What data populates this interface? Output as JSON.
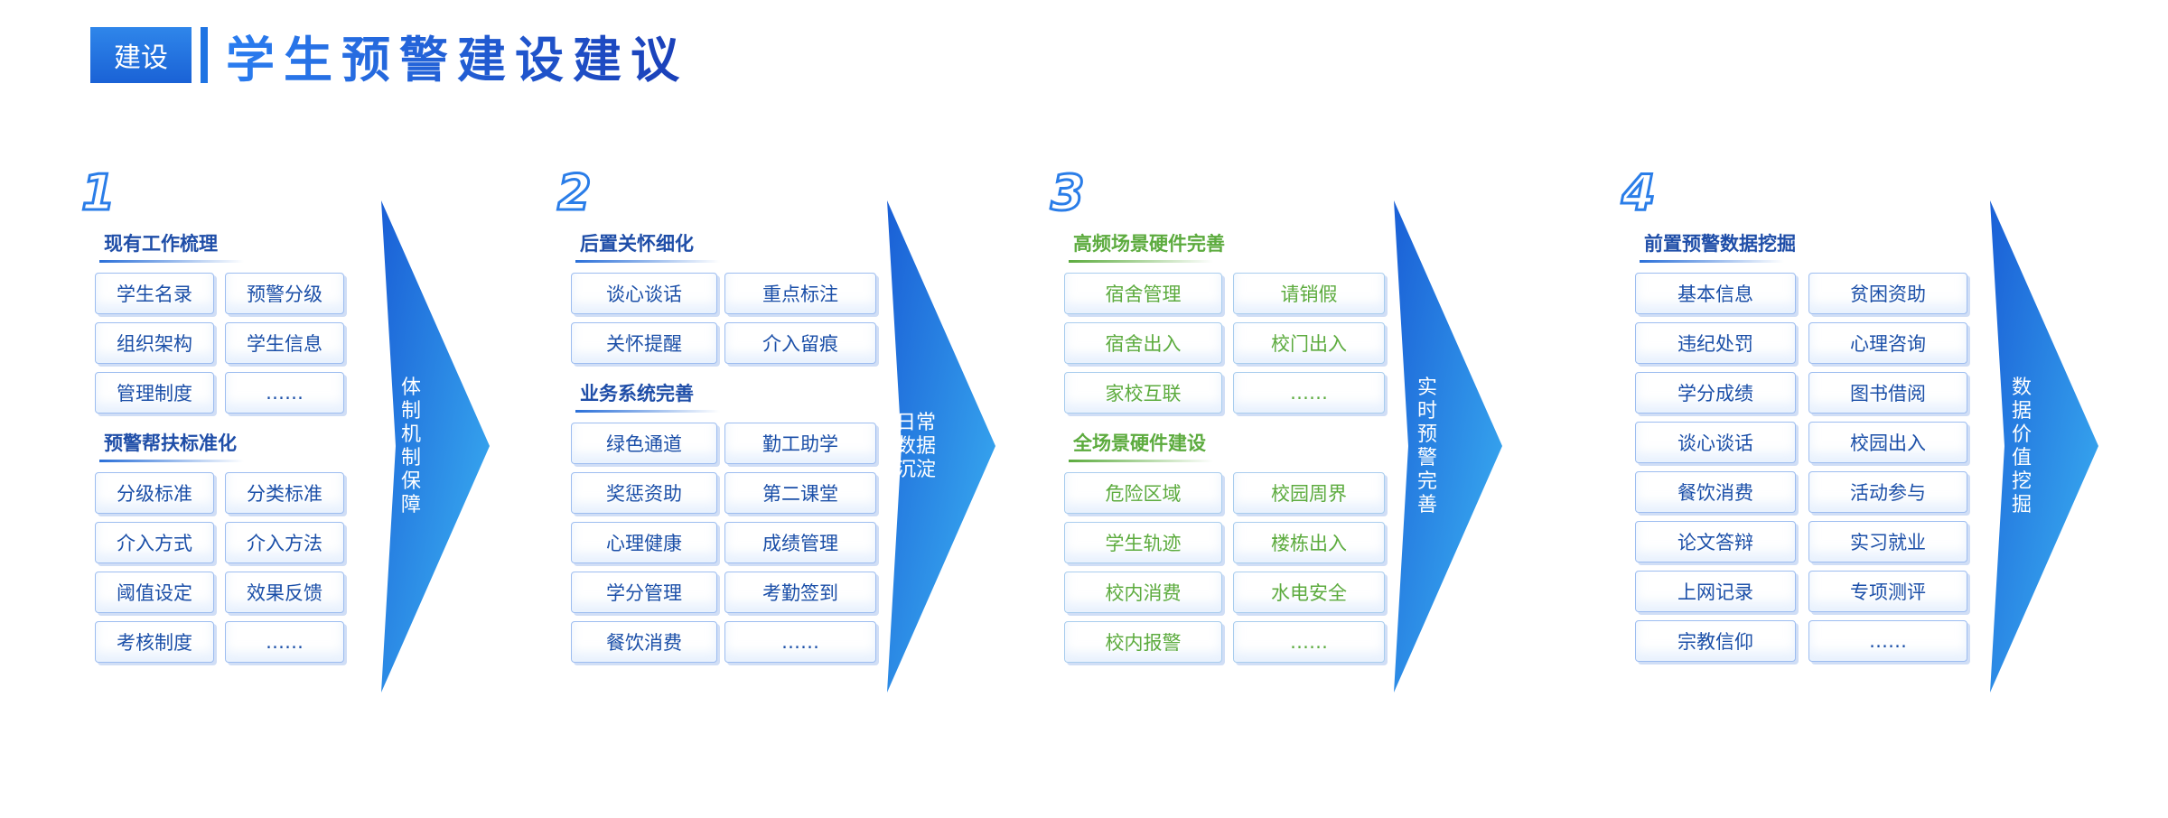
{
  "header": {
    "badge": "建设",
    "title": "学生预警建设建议"
  },
  "colors": {
    "blue_text": "#1b4fa8",
    "green_text": "#5cab3e",
    "cell_border": "#9dbdf0"
  },
  "columns": [
    {
      "number": "1",
      "sections": [
        {
          "title": "现有工作梳理",
          "items": [
            "学生名录",
            "预警分级",
            "组织架构",
            "学生信息",
            "管理制度",
            "……"
          ]
        },
        {
          "title": "预警帮扶标准化",
          "items": [
            "分级标准",
            "分类标准",
            "介入方式",
            "介入方法",
            "阈值设定",
            "效果反馈",
            "考核制度",
            "……"
          ]
        }
      ],
      "arrow_text": [
        "体",
        "制",
        "机",
        "制",
        "保",
        "障"
      ]
    },
    {
      "number": "2",
      "sections": [
        {
          "title": "后置关怀细化",
          "items": [
            "谈心谈话",
            "重点标注",
            "关怀提醒",
            "介入留痕"
          ]
        },
        {
          "title": "业务系统完善",
          "items": [
            "绿色通道",
            "勤工助学",
            "奖惩资助",
            "第二课堂",
            "心理健康",
            "成绩管理",
            "学分管理",
            "考勤签到",
            "餐饮消费",
            "……"
          ]
        }
      ],
      "arrow_text": [
        "日常",
        "数据",
        "沉淀"
      ]
    },
    {
      "number": "3",
      "sections": [
        {
          "title": "高频场景硬件完善",
          "items": [
            "宿舍管理",
            "请销假",
            "宿舍出入",
            "校门出入",
            "家校互联",
            "……"
          ]
        },
        {
          "title": "全场景硬件建设",
          "items": [
            "危险区域",
            "校园周界",
            "学生轨迹",
            "楼栋出入",
            "校内消费",
            "水电安全",
            "校内报警",
            "……"
          ]
        }
      ],
      "arrow_text": [
        "实",
        "时",
        "预",
        "警",
        "完",
        "善"
      ]
    },
    {
      "number": "4",
      "sections": [
        {
          "title": "前置预警数据挖掘",
          "items": [
            "基本信息",
            "贫困资助",
            "违纪处罚",
            "心理咨询",
            "学分成绩",
            "图书借阅",
            "谈心谈话",
            "校园出入",
            "餐饮消费",
            "活动参与",
            "论文答辩",
            "实习就业",
            "上网记录",
            "专项测评",
            "宗教信仰",
            "……"
          ]
        }
      ],
      "arrow_text": [
        "数",
        "据",
        "价",
        "值",
        "挖",
        "掘"
      ]
    }
  ]
}
